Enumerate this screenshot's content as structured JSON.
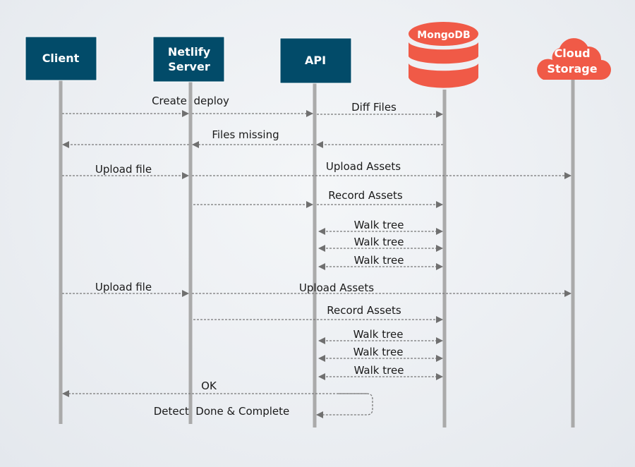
{
  "diagram": {
    "type": "sequence",
    "colors": {
      "box": "#024b69",
      "datastore": "#f05a47",
      "lifeline": "#aaaaaa",
      "arrow": "#707070",
      "text": "#1a1a1a"
    },
    "actors": [
      {
        "id": "client",
        "lines": [
          "Client"
        ],
        "shape": "box"
      },
      {
        "id": "netlify",
        "lines": [
          "Netlify",
          "Server"
        ],
        "shape": "box"
      },
      {
        "id": "api",
        "lines": [
          "API"
        ],
        "shape": "box"
      },
      {
        "id": "mongodb",
        "lines": [
          "MongoDB"
        ],
        "shape": "database"
      },
      {
        "id": "cloud",
        "lines": [
          "Cloud",
          "Storage"
        ],
        "shape": "cloud"
      }
    ],
    "messages": [
      {
        "label": "Create  deploy",
        "from": "client",
        "to": "api",
        "via": "netlify",
        "style": "dashed"
      },
      {
        "label": "Diff Files",
        "from": "api",
        "to": "mongodb",
        "style": "dashed"
      },
      {
        "label": "Files missing",
        "from": "mongodb",
        "to": "client",
        "via": "netlify,api",
        "style": "dashed"
      },
      {
        "label": "Upload file",
        "from": "client",
        "to": "netlify",
        "style": "dashed"
      },
      {
        "label": "Upload Assets",
        "from": "netlify",
        "to": "cloud",
        "style": "dashed"
      },
      {
        "label": "Record Assets",
        "from": "netlify",
        "to": "mongodb",
        "via": "api",
        "style": "dashed"
      },
      {
        "label": "Walk tree",
        "from": "api",
        "to": "mongodb",
        "bidirectional": true,
        "style": "dashed"
      },
      {
        "label": "Walk tree",
        "from": "api",
        "to": "mongodb",
        "bidirectional": true,
        "style": "dashed"
      },
      {
        "label": "Walk tree",
        "from": "api",
        "to": "mongodb",
        "bidirectional": true,
        "style": "dashed"
      },
      {
        "label": "Upload file",
        "from": "client",
        "to": "netlify",
        "style": "dashed"
      },
      {
        "label": "Upload Assets",
        "from": "netlify",
        "to": "cloud",
        "style": "dashed"
      },
      {
        "label": "Record Assets",
        "from": "netlify",
        "to": "mongodb",
        "style": "dashed"
      },
      {
        "label": "Walk tree",
        "from": "api",
        "to": "mongodb",
        "bidirectional": true,
        "style": "dashed"
      },
      {
        "label": "Walk tree",
        "from": "api",
        "to": "mongodb",
        "bidirectional": true,
        "style": "dashed"
      },
      {
        "label": "Walk tree",
        "from": "api",
        "to": "mongodb",
        "bidirectional": true,
        "style": "dashed"
      },
      {
        "label": "OK",
        "from": "api",
        "to": "client",
        "style": "dashed"
      },
      {
        "label": "Detect  Done & Complete",
        "from": "api",
        "to": "api",
        "self": true,
        "style": "dashed"
      }
    ]
  }
}
